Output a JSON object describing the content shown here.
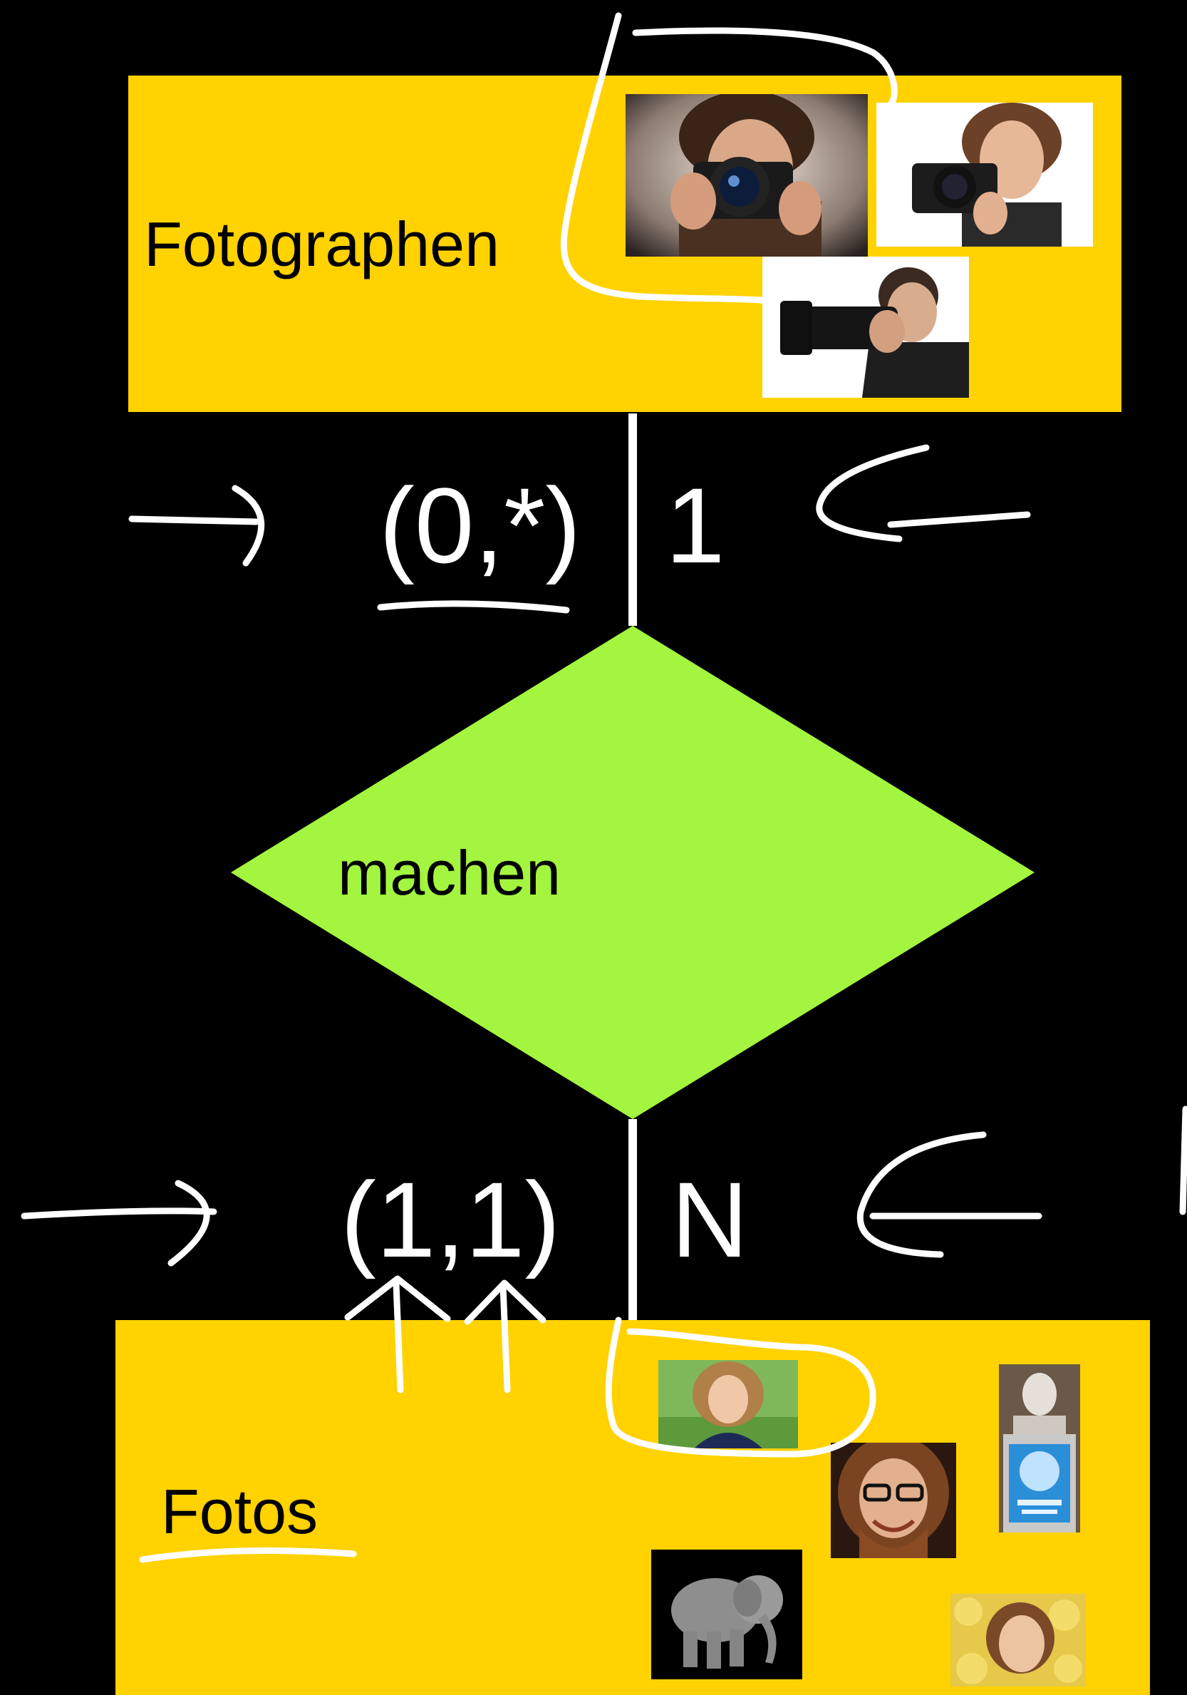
{
  "colors": {
    "background": "#000000",
    "entity_fill": "#FFD200",
    "relationship_fill": "#A3F53F",
    "lines": "#FFFFFF"
  },
  "entities": {
    "top": {
      "label": "Fotographen"
    },
    "bottom": {
      "label": "Fotos"
    }
  },
  "relationship": {
    "label": "machen"
  },
  "cardinalities": {
    "top_minmax": "(0,*)",
    "top_chen": "1",
    "bottom_minmax": "(1,1)",
    "bottom_chen": "N"
  },
  "icons": {
    "photographer_photos": [
      "photographer-man-camera",
      "photographer-woman-camera",
      "photographer-telephoto"
    ],
    "photo_thumbnails": [
      "girl-portrait",
      "bearded-man-portrait",
      "poster-person",
      "elephant",
      "woman-flowers"
    ]
  }
}
